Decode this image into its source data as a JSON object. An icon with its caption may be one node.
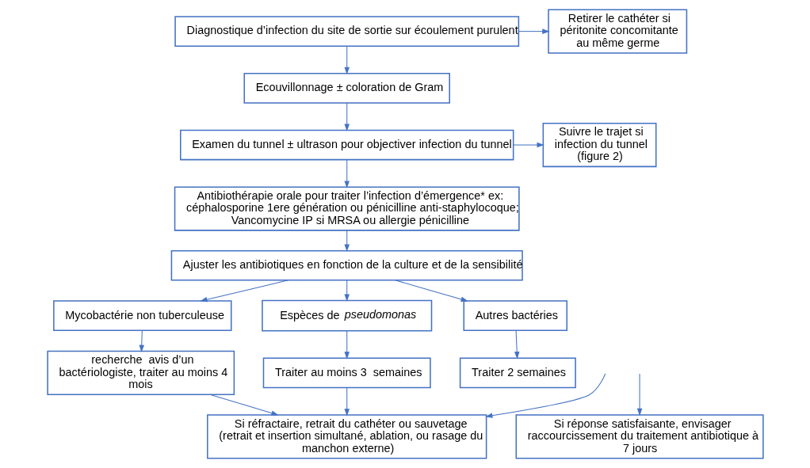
{
  "diagram": {
    "nodes": [
      {
        "text": [
          "Diagnostique d’infection du site de sortie sur écoulement purulent"
        ]
      },
      {
        "text": [
          "Retirer le cathéter si péritonite concomitante au même germe"
        ]
      },
      {
        "text": [
          "Ecouvillonnage ± coloration de Gram"
        ]
      },
      {
        "text": [
          "Examen du tunnel ± ultrason pour objectiver infection du tunnel"
        ]
      },
      {
        "text": [
          "Suivre le trajet si infection du tunnel (figure 2)"
        ]
      },
      {
        "text": [
          "Antibiothérapie orale pour traiter l’infection d’émergence* ex:  céphalosporine 1ere génération ou pénicilline anti-staphylocoque; Vancomycine IP si MRSA ou allergie pénicilline"
        ]
      },
      {
        "text": [
          "Ajuster les antibiotiques en fonction de la culture et de la sensibilité"
        ]
      },
      {
        "text": [
          "Mycobactérie non tuberculeuse"
        ]
      },
      {
        "text": [
          "Espèces de *pseudomonas*"
        ]
      },
      {
        "text": [
          "Autres bactéries"
        ]
      },
      {
        "text": [
          "recherche  avis d’un bactériologiste, traiter au moins 4 mois"
        ]
      },
      {
        "text": [
          "Traiter au moins 3  semaines"
        ]
      },
      {
        "text": [
          "Traiter 2 semaines"
        ]
      },
      {
        "text": [
          "Si réfractaire, retrait du cathéter ou sauvetage (retrait et insertion simultané, ablation, ou rasage du manchon externe)"
        ]
      },
      {
        "text": [
          "Si réponse satisfaisante, envisager raccourcissement du traitement antibiotique à 7 jours"
        ]
      }
    ],
    "edges": [
      {
        "from": 0,
        "to": 1,
        "arrow": "to"
      },
      {
        "from": 0,
        "to": 2,
        "arrow": "to"
      },
      {
        "from": 2,
        "to": 3,
        "arrow": "to"
      },
      {
        "from": 3,
        "to": 4,
        "arrow": "to"
      },
      {
        "from": 3,
        "to": 5,
        "arrow": "to"
      },
      {
        "from": 5,
        "to": 6,
        "arrow": "to"
      },
      {
        "from": 6,
        "to": 7,
        "arrow": "to"
      },
      {
        "from": 6,
        "to": 8,
        "arrow": "to"
      },
      {
        "from": 6,
        "to": 9,
        "arrow": "to"
      },
      {
        "from": 7,
        "to": 10,
        "arrow": "to"
      },
      {
        "from": 8,
        "to": 11,
        "arrow": "to"
      },
      {
        "from": 9,
        "to": 12,
        "arrow": "to"
      },
      {
        "from": 10,
        "to": 13,
        "arrow": "to"
      },
      {
        "from": 11,
        "to": 13,
        "arrow": "to"
      },
      {
        "from": null,
        "to": 13,
        "arrow": "to"
      },
      {
        "from": null,
        "to": 14,
        "arrow": "to"
      }
    ]
  }
}
